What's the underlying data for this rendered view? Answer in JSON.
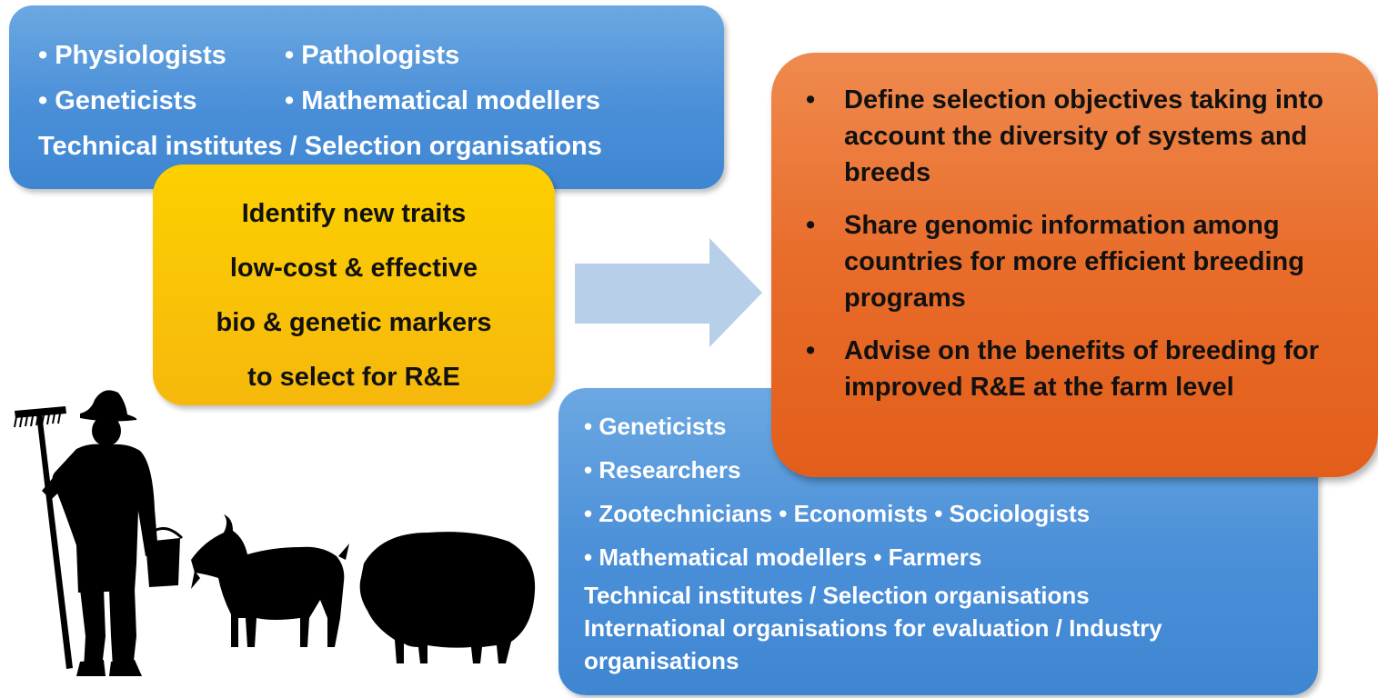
{
  "top_box": {
    "row1": [
      "Physiologists",
      "Pathologists"
    ],
    "row2": [
      "Geneticists",
      "Mathematical modellers"
    ],
    "row3": "Technical institutes / Selection organisations"
  },
  "yellow_box": {
    "lines": [
      "Identify new traits",
      "low-cost & effective",
      "bio  & genetic markers",
      "to select for R&E"
    ]
  },
  "orange_box": {
    "items": [
      "Define selection objectives taking into account the diversity of systems and breeds",
      "Share genomic information among countries for more efficient breeding programs",
      "Advise on the benefits of breeding for improved R&E at the farm level"
    ]
  },
  "bottom_box": {
    "row1": [
      "Geneticists"
    ],
    "row2": [
      "Researchers"
    ],
    "row3": [
      "Zootechnicians",
      "Economists",
      "Sociologists"
    ],
    "row4": [
      "Mathematical modellers",
      "Farmers"
    ],
    "line5": "Technical institutes  / Selection organisations",
    "line6": "International organisations for evaluation / Industry",
    "line7": "organisations"
  },
  "colors": {
    "blue": "#4a8fd8",
    "yellow": "#fcd000",
    "orange": "#e86c2a",
    "arrow": "#b7cfe9",
    "silhouette": "#000000"
  },
  "icons": [
    "arrow-right-icon",
    "farmer-icon",
    "goat-icon",
    "sheep-icon"
  ]
}
